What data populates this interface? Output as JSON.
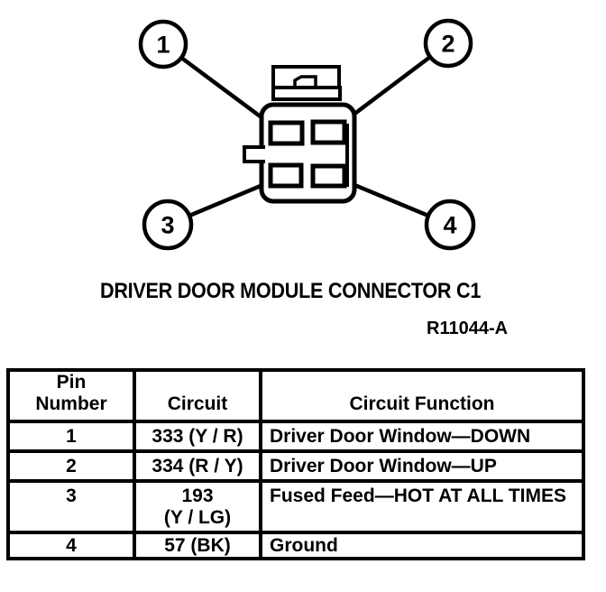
{
  "diagram": {
    "callouts": [
      {
        "number": "1"
      },
      {
        "number": "2"
      },
      {
        "number": "3"
      },
      {
        "number": "4"
      }
    ],
    "caption": "DRIVER DOOR MODULE CONNECTOR C1",
    "reference": "R11044-A"
  },
  "table": {
    "headers": [
      "Pin Number",
      "Circuit",
      "Circuit Function"
    ],
    "rows": [
      {
        "pin": "1",
        "circuit_lines": [
          "333 (Y / R)"
        ],
        "function": "Driver Door Window—DOWN"
      },
      {
        "pin": "2",
        "circuit_lines": [
          "334 (R / Y)"
        ],
        "function": "Driver Door Window—UP"
      },
      {
        "pin": "3",
        "circuit_lines": [
          "193",
          "(Y / LG)"
        ],
        "function": "Fused Feed—HOT AT ALL TIMES"
      },
      {
        "pin": "4",
        "circuit_lines": [
          "57 (BK)"
        ],
        "function": "Ground"
      }
    ]
  },
  "colors": {
    "ink": "#000000",
    "paper": "#ffffff"
  }
}
